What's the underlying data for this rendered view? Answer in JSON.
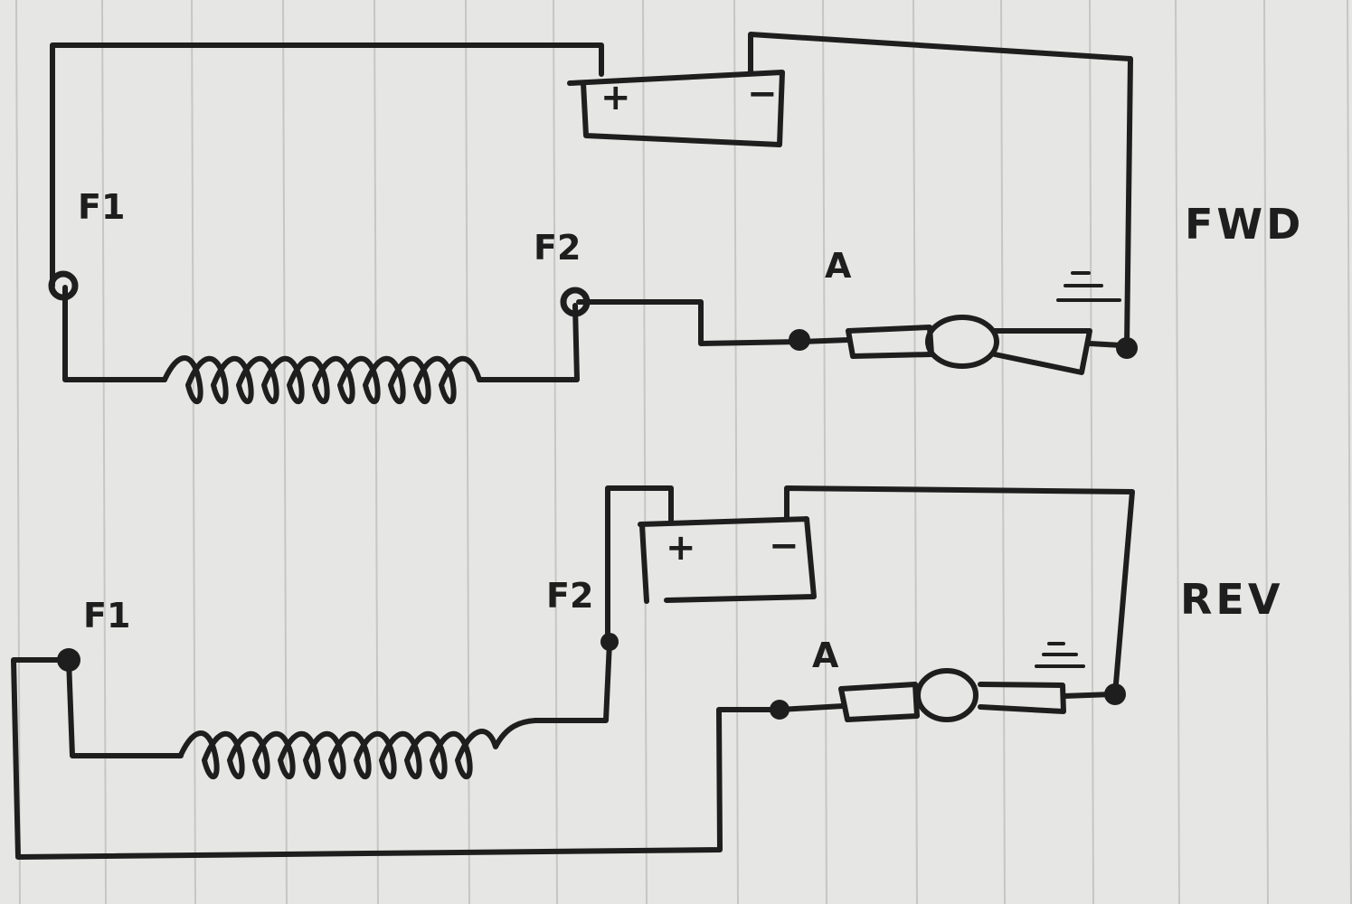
{
  "forward": {
    "label": "FWD",
    "field_terminal_1": "F1",
    "field_terminal_2": "F2",
    "armature_label": "A",
    "battery_positive": "+",
    "battery_negative": "−",
    "ground_symbol": "≡"
  },
  "reverse": {
    "label": "REV",
    "field_terminal_1": "F1",
    "field_terminal_2": "F2",
    "armature_label": "A",
    "battery_positive": "+",
    "battery_negative": "−",
    "ground_symbol": "≡"
  },
  "colors": {
    "paper": "#e6e6e4",
    "ink": "#1e1e1e",
    "rule_line": "#c6c6c4"
  }
}
